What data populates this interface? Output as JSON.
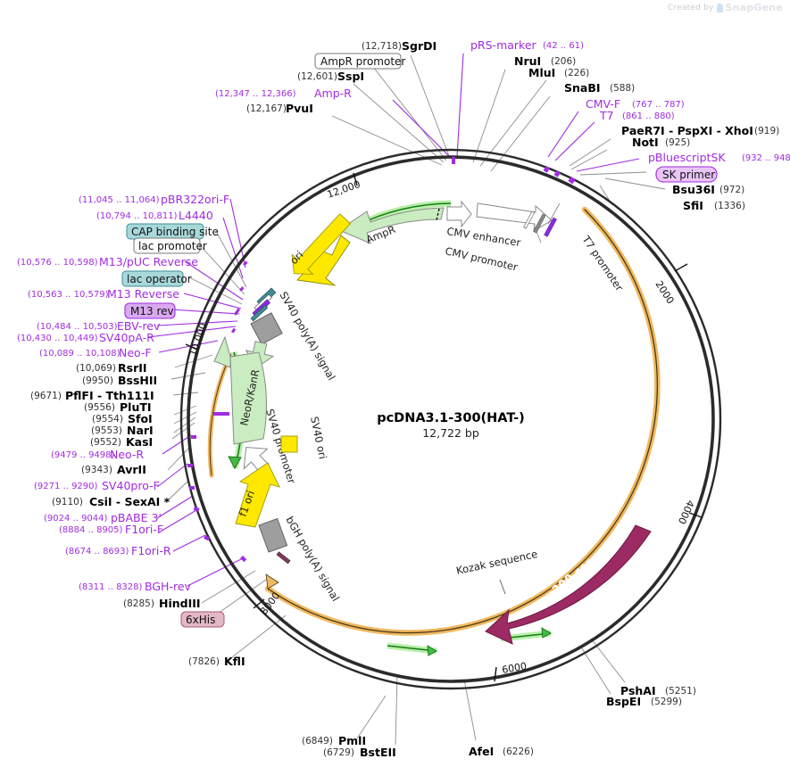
{
  "watermark": {
    "prefix": "Created by",
    "brand": "SnapGene",
    "icon": "snapgene-logo-icon"
  },
  "plasmid": {
    "name": "pcDNA3.1-300(HAT-)",
    "size": "12,722 bp",
    "length_bp": 12722
  },
  "colors": {
    "backbone": "#2b2b2b",
    "primer": "#a02ce0",
    "enzyme": "#000000",
    "orf_green": "#c9ecc0",
    "orf_green_stroke": "#6aa84f",
    "ori_yellow": "#ffe800",
    "p300_maroon": "#9c2a63",
    "promoter_white": "#ffffff",
    "polyA_gray": "#9e9e9e",
    "cap_teal": "#a8d8da",
    "lac_operator_teal": "#a8d8da",
    "m13rev_violet": "#d9a9f0",
    "sk_primer_violet": "#e0b7f5",
    "his_pink": "#e3b7c6",
    "orange_trace": "#f0b860",
    "green_trace": "#46b846"
  },
  "ticks": [
    {
      "label": "2000",
      "angle": 57
    },
    {
      "label": "4000",
      "angle": 114
    },
    {
      "label": "6000",
      "angle": 170
    },
    {
      "label": "8000",
      "angle": 227
    },
    {
      "label": "10,000",
      "angle": 283
    },
    {
      "label": "12,000",
      "angle": 340
    }
  ],
  "labels_top": [
    {
      "id": "sgrdi",
      "kind": "enzyme",
      "pos": "(12,718)",
      "name": "SgrDI",
      "pos_first": true
    },
    {
      "id": "amprpromoter",
      "kind": "feature-box",
      "name": "AmpR promoter"
    },
    {
      "id": "sspi",
      "kind": "enzyme",
      "pos": "(12,601)",
      "name": "SspI",
      "pos_first": true
    },
    {
      "id": "ampr-primer",
      "kind": "primer",
      "pos": "(12,347 .. 12,366)",
      "name": "Amp-R",
      "pos_first": true
    },
    {
      "id": "pvui",
      "kind": "enzyme",
      "pos": "(12,167)",
      "name": "PvuI",
      "pos_first": true
    },
    {
      "id": "prs-marker",
      "kind": "primer",
      "name": "pRS-marker",
      "pos": "(42 .. 61)",
      "pos_first": false
    },
    {
      "id": "nrui",
      "kind": "enzyme",
      "name": "NruI",
      "pos": "(206)",
      "pos_first": false
    },
    {
      "id": "mlui",
      "kind": "enzyme",
      "name": "MluI",
      "pos": "(226)",
      "pos_first": false
    },
    {
      "id": "snabi",
      "kind": "enzyme",
      "name": "SnaBI",
      "pos": "(588)",
      "pos_first": false
    },
    {
      "id": "cmv-f",
      "kind": "primer",
      "name": "CMV-F",
      "pos": "(767 .. 787)",
      "pos_first": false
    },
    {
      "id": "t7",
      "kind": "primer",
      "name": "T7",
      "pos": "(861 .. 880)",
      "pos_first": false
    },
    {
      "id": "paer7i",
      "kind": "enzyme",
      "name": "PaeR7I  - PspXI  - XhoI",
      "pos": "(919)",
      "pos_first": false
    },
    {
      "id": "noti",
      "kind": "enzyme",
      "name": "NotI",
      "pos": "(925)",
      "pos_first": false
    },
    {
      "id": "pbluescriptsk",
      "kind": "primer",
      "name": "pBluescriptSK",
      "pos": "(932 .. 948)",
      "pos_first": false
    },
    {
      "id": "sk-primer",
      "kind": "primer-box",
      "name": "SK primer"
    },
    {
      "id": "bsu36i",
      "kind": "enzyme",
      "name": "Bsu36I",
      "pos": "(972)",
      "pos_first": false
    },
    {
      "id": "sfii",
      "kind": "enzyme",
      "name": "SfiI",
      "pos": "(1336)",
      "pos_first": false
    }
  ],
  "labels_left": [
    {
      "id": "pbr322ori-f",
      "kind": "primer",
      "pos": "(11,045 .. 11,064)",
      "name": "pBR322ori-F"
    },
    {
      "id": "l4440",
      "kind": "primer",
      "pos": "(10,794 .. 10,811)",
      "name": "L4440"
    },
    {
      "id": "cap-binding-site",
      "kind": "feature-box-teal",
      "name": "CAP binding site"
    },
    {
      "id": "lac-promoter",
      "kind": "feature-box",
      "name": "lac promoter"
    },
    {
      "id": "m13-puc-reverse",
      "kind": "primer",
      "pos": "(10,576 .. 10,598)",
      "name": "M13/pUC Reverse"
    },
    {
      "id": "lac-operator",
      "kind": "feature-box-teal",
      "name": "lac operator"
    },
    {
      "id": "m13-reverse",
      "kind": "primer",
      "pos": "(10,563 .. 10,579)",
      "name": "M13 Reverse"
    },
    {
      "id": "m13-rev",
      "kind": "primer-box",
      "name": "M13 rev"
    },
    {
      "id": "ebv-rev",
      "kind": "primer",
      "pos": "(10,484 .. 10,503)",
      "name": "EBV-rev"
    },
    {
      "id": "sv40pa-r",
      "kind": "primer",
      "pos": "(10,430 .. 10,449)",
      "name": "SV40pA-R"
    },
    {
      "id": "neo-f",
      "kind": "primer",
      "pos": "(10,089 .. 10,108)",
      "name": "Neo-F"
    },
    {
      "id": "rsrii",
      "kind": "enzyme",
      "pos": "(10,069)",
      "name": "RsrII"
    },
    {
      "id": "bsshii",
      "kind": "enzyme",
      "pos": "(9950)",
      "name": "BssHII"
    },
    {
      "id": "pflfi",
      "kind": "enzyme",
      "pos": "(9671)",
      "name": "PflFI  - Tth111I"
    },
    {
      "id": "pluti",
      "kind": "enzyme",
      "pos": "(9556)",
      "name": "PluTI"
    },
    {
      "id": "sfoi",
      "kind": "enzyme",
      "pos": "(9554)",
      "name": "SfoI"
    },
    {
      "id": "nari",
      "kind": "enzyme",
      "pos": "(9553)",
      "name": "NarI"
    },
    {
      "id": "kasi",
      "kind": "enzyme",
      "pos": "(9552)",
      "name": "KasI"
    },
    {
      "id": "neo-r",
      "kind": "primer",
      "pos": "(9479 .. 9498)",
      "name": "Neo-R"
    },
    {
      "id": "avrii",
      "kind": "enzyme",
      "pos": "(9343)",
      "name": "AvrII"
    },
    {
      "id": "sv40pro-f",
      "kind": "primer",
      "pos": "(9271 .. 9290)",
      "name": "SV40pro-F"
    },
    {
      "id": "csii",
      "kind": "enzyme",
      "pos": "(9110)",
      "name": "CsiI  - SexAI *"
    },
    {
      "id": "pbabe3",
      "kind": "primer",
      "pos": "(9024 .. 9044)",
      "name": "pBABE 3'"
    },
    {
      "id": "f1ori-f",
      "kind": "primer",
      "pos": "(8884 .. 8905)",
      "name": "F1ori-F"
    },
    {
      "id": "f1ori-r",
      "kind": "primer",
      "pos": "(8674 .. 8693)",
      "name": "F1ori-R"
    },
    {
      "id": "bgh-rev",
      "kind": "primer",
      "pos": "(8311 .. 8328)",
      "name": "BGH-rev"
    },
    {
      "id": "hindiii",
      "kind": "enzyme",
      "pos": "(8285)",
      "name": "HindIII"
    },
    {
      "id": "6xhis",
      "kind": "feature-box-pink",
      "name": "6xHis"
    },
    {
      "id": "kfli",
      "kind": "enzyme",
      "pos": "(7826)",
      "name": "KflI"
    }
  ],
  "labels_bottom": [
    {
      "id": "pmli",
      "kind": "enzyme",
      "pos": "(6849)",
      "name": "PmlI"
    },
    {
      "id": "bstell",
      "kind": "enzyme",
      "pos": "(6729)",
      "name": "BstEII"
    },
    {
      "id": "afei",
      "kind": "enzyme",
      "pos": "(6226)",
      "name": "AfeI",
      "pos_first": false
    },
    {
      "id": "pshai",
      "kind": "enzyme",
      "pos": "(5251)",
      "name": "PshAI",
      "pos_first": false
    },
    {
      "id": "bspei",
      "kind": "enzyme",
      "pos": "(5299)",
      "name": "BspEI",
      "pos_first": false
    }
  ],
  "inner_features": [
    {
      "id": "ampr",
      "name": "AmpR",
      "type": "orf-green"
    },
    {
      "id": "cmv-enhancer",
      "name": "CMV enhancer",
      "type": "promoter-white"
    },
    {
      "id": "cmv-promoter",
      "name": "CMV promoter",
      "type": "promoter-white"
    },
    {
      "id": "t7-promoter",
      "name": "T7 promoter",
      "type": "promoter-violet"
    },
    {
      "id": "ori",
      "name": "ori",
      "type": "ori-yellow"
    },
    {
      "id": "sv40-polya",
      "name": "SV40 poly(A) signal",
      "type": "polya-gray"
    },
    {
      "id": "neor-kanr",
      "name": "NeoR/KanR",
      "type": "orf-green"
    },
    {
      "id": "sv40-promoter",
      "name": "SV40 promoter",
      "type": "promoter-white"
    },
    {
      "id": "sv40-ori",
      "name": "SV40 ori",
      "type": "ori-yellow"
    },
    {
      "id": "f1-ori",
      "name": "f1 ori",
      "type": "ori-yellow"
    },
    {
      "id": "bgh-polya",
      "name": "bGH poly(A) signal",
      "type": "polya-gray"
    },
    {
      "id": "kozak",
      "name": "Kozak sequence",
      "type": "annotation"
    },
    {
      "id": "p300-core",
      "name": "p300 core",
      "type": "orf-maroon"
    }
  ]
}
